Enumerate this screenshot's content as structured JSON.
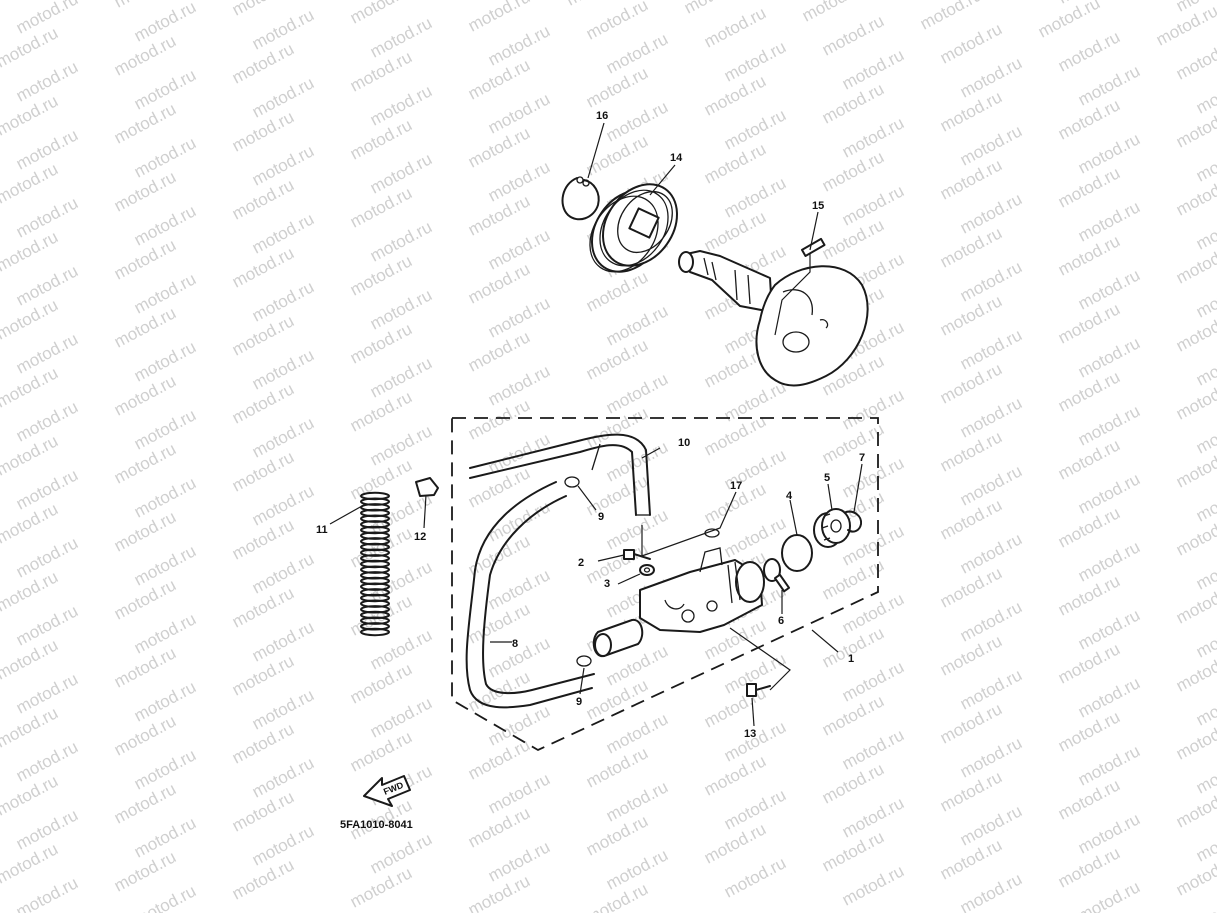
{
  "watermark": "motod.ru",
  "drawing_code": "5FA1010-8041",
  "fwd_label": "FWD",
  "callouts": {
    "c1": "1",
    "c2": "2",
    "c3": "3",
    "c4": "4",
    "c5": "5",
    "c6": "6",
    "c7": "7",
    "c8": "8",
    "c9a": "9",
    "c9b": "9",
    "c10": "10",
    "c11": "11",
    "c12": "12",
    "c13": "13",
    "c14": "14",
    "c15": "15",
    "c16": "16",
    "c17": "17"
  }
}
